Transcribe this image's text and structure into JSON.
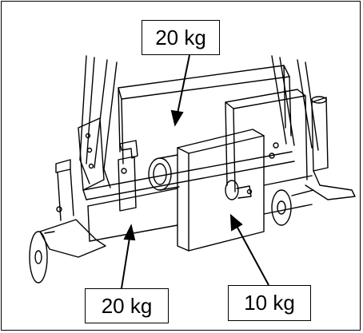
{
  "labels": {
    "top_weight": "20 kg",
    "bottom_left_weight": "20 kg",
    "bottom_right_weight": "10 kg"
  },
  "colors": {
    "line": "#000000",
    "background": "#ffffff"
  }
}
